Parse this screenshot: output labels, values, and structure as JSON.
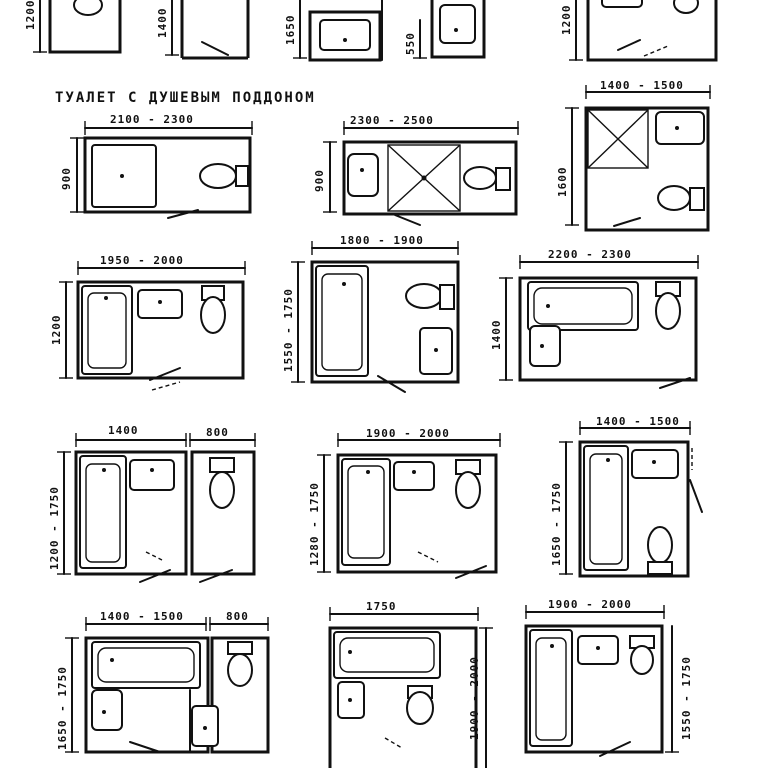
{
  "section_title": "ТУАЛЕТ С ДУШЕВЫМ ПОДДОНОМ",
  "top_partial_dims": [
    "1200",
    "1400",
    "1650",
    "550",
    "1200"
  ],
  "plans": [
    {
      "width": "2100 - 2300",
      "height": "900"
    },
    {
      "width": "2300 - 2500",
      "height": "900"
    },
    {
      "width": "1400 - 1500",
      "height": "1600"
    },
    {
      "width": "1950 - 2000",
      "height": "1200"
    },
    {
      "width": "1800 - 1900",
      "height": "1550 - 1750"
    },
    {
      "width": "2200 - 2300",
      "height": "1400"
    },
    {
      "width": "1400",
      "width2": "800",
      "height": "1200 - 1750"
    },
    {
      "width": "1900 - 2000",
      "height": "1280 - 1750"
    },
    {
      "width": "1400 - 1500",
      "height": "1650 - 1750"
    },
    {
      "width": "1400 - 1500",
      "width2": "800",
      "height": "1650 - 1750"
    },
    {
      "width": "1750",
      "height": "1900 - 2000"
    },
    {
      "width": "1900 - 2000",
      "height": "1550 - 1750"
    }
  ]
}
